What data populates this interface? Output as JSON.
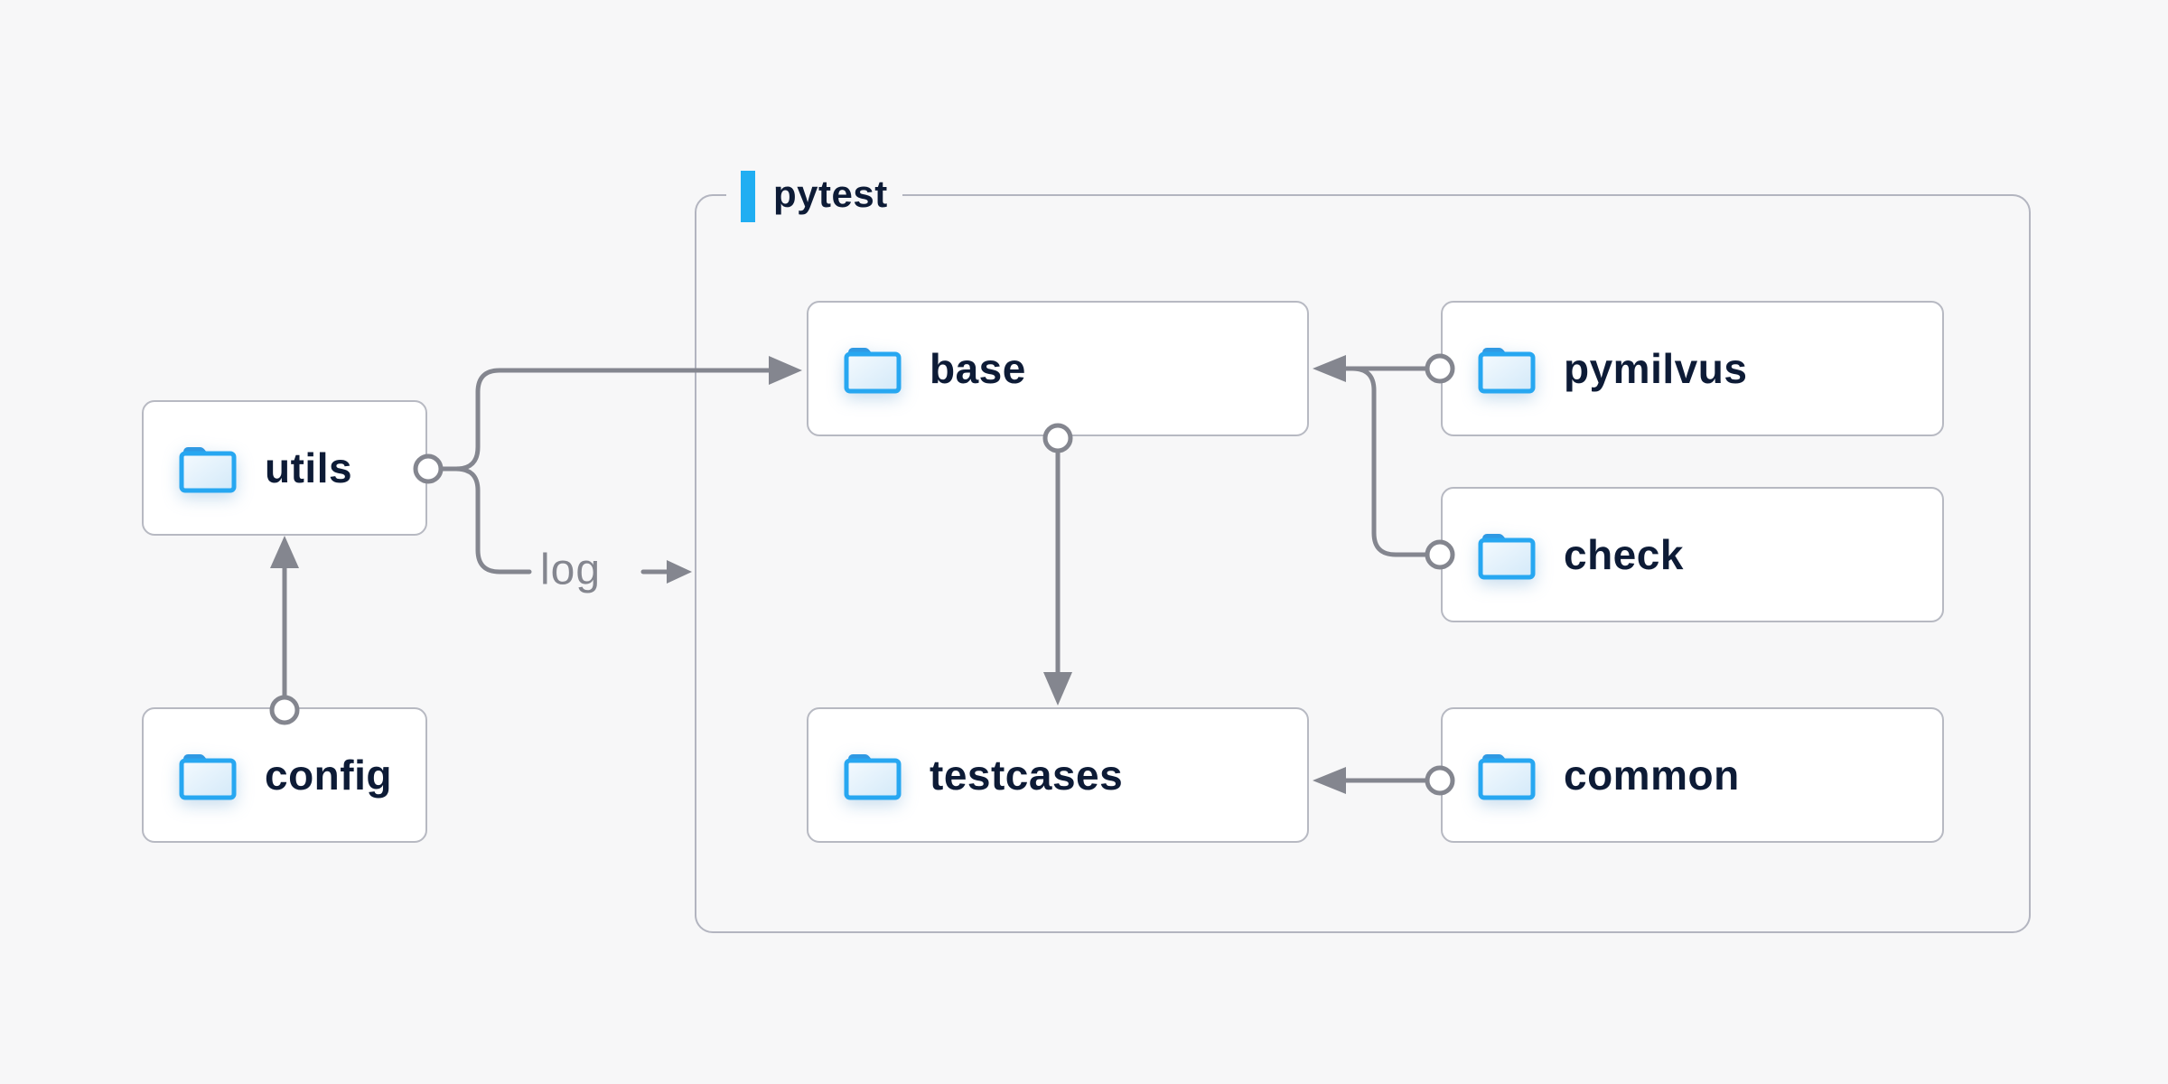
{
  "diagram": {
    "container_label": "pytest",
    "log_label": "log",
    "nodes": {
      "utils": "utils",
      "config": "config",
      "base": "base",
      "testcases": "testcases",
      "pymilvus": "pymilvus",
      "check": "check",
      "common": "common"
    },
    "edges": [
      {
        "from": "config",
        "to": "utils"
      },
      {
        "from": "utils",
        "to": "base"
      },
      {
        "from": "utils",
        "to": "pytest",
        "label": "log"
      },
      {
        "from": "pymilvus",
        "to": "base"
      },
      {
        "from": "check",
        "to": "base"
      },
      {
        "from": "base",
        "to": "testcases"
      },
      {
        "from": "common",
        "to": "testcases"
      }
    ],
    "colors": {
      "background": "#f7f7f8",
      "node_background": "#ffffff",
      "node_border": "#b7b9c2",
      "group_border": "#b3b5c0",
      "accent_blue": "#20aef2",
      "wire_gray": "#84868f",
      "text_navy": "#0d1b36",
      "folder_stroke": "#27a7f1",
      "folder_tab": "#2f99e3"
    }
  }
}
